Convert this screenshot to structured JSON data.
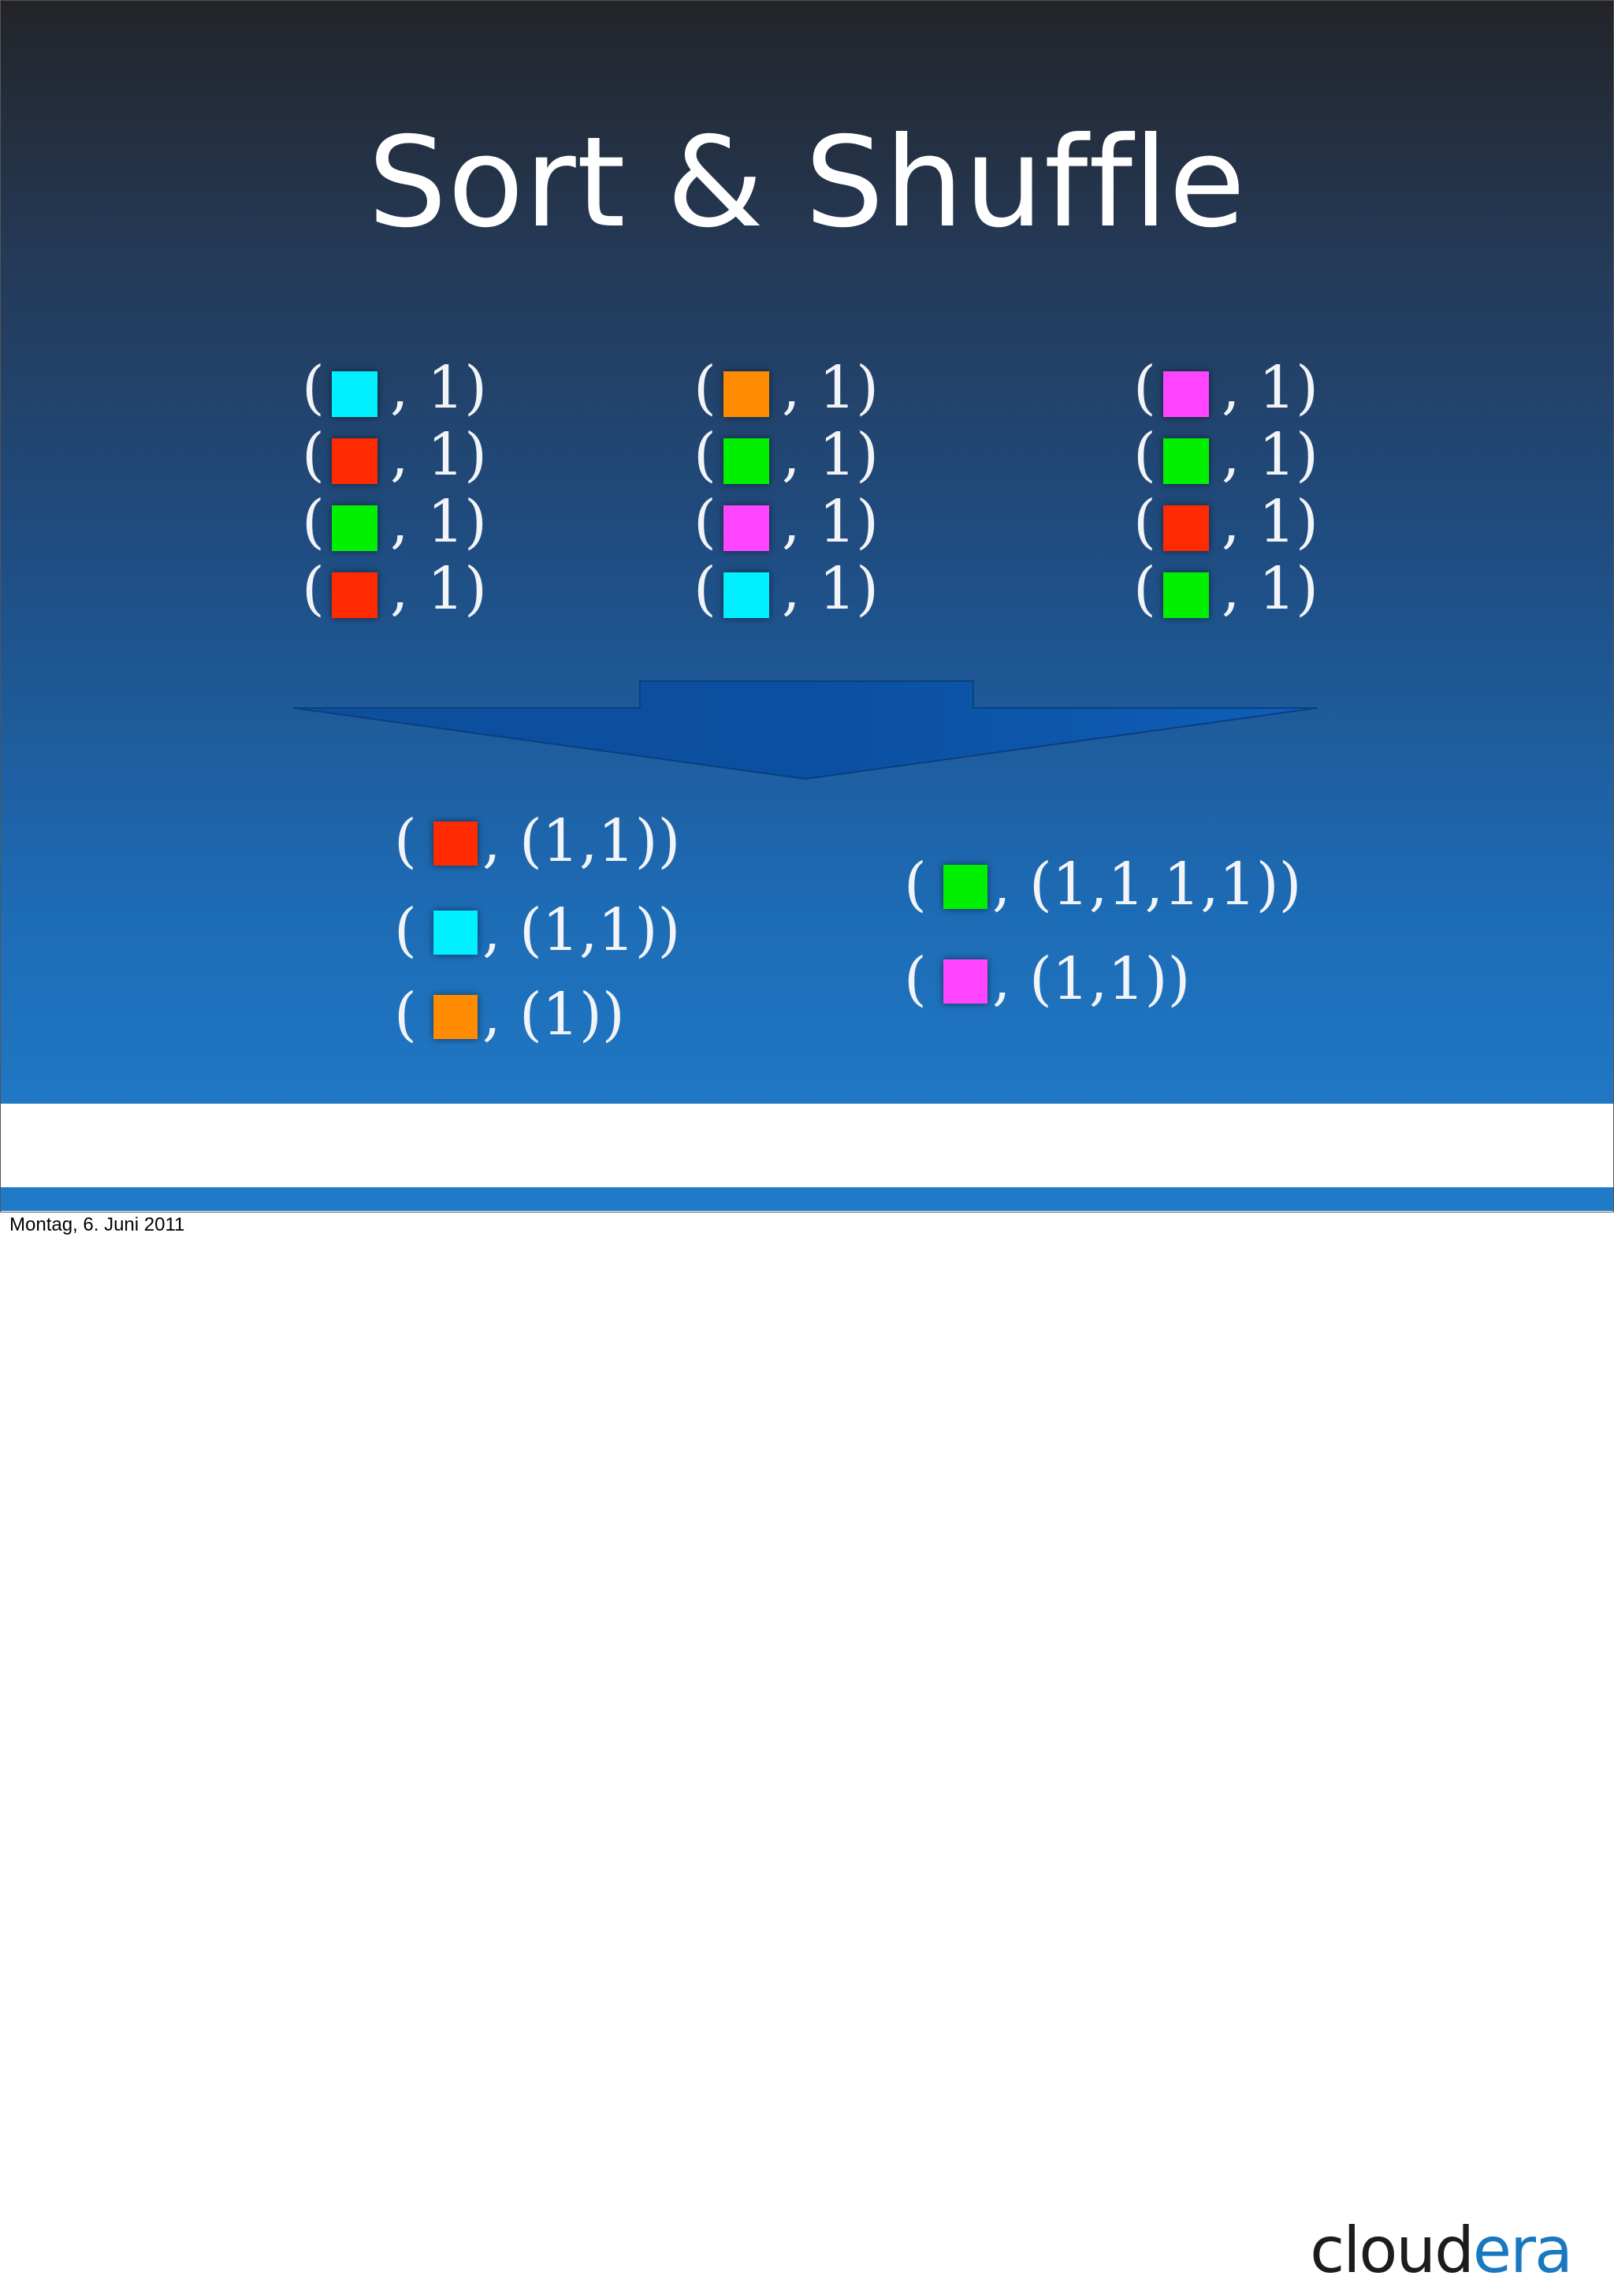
{
  "title": "Sort & Shuffle",
  "colors": {
    "cyan": "#00f0ff",
    "red": "#ff2a00",
    "green": "#00f000",
    "orange": "#ff8c00",
    "magenta": "#ff44ff",
    "arrow": "#0f5bb0"
  },
  "input_groups": [
    {
      "pairs": [
        {
          "key": "cyan",
          "value": "1"
        },
        {
          "key": "red",
          "value": "1"
        },
        {
          "key": "green",
          "value": "1"
        },
        {
          "key": "red",
          "value": "1"
        }
      ]
    },
    {
      "pairs": [
        {
          "key": "orange",
          "value": "1"
        },
        {
          "key": "green",
          "value": "1"
        },
        {
          "key": "magenta",
          "value": "1"
        },
        {
          "key": "cyan",
          "value": "1"
        }
      ]
    },
    {
      "pairs": [
        {
          "key": "magenta",
          "value": "1"
        },
        {
          "key": "green",
          "value": "1"
        },
        {
          "key": "red",
          "value": "1"
        },
        {
          "key": "green",
          "value": "1"
        }
      ]
    }
  ],
  "output_groups": [
    {
      "pairs": [
        {
          "key": "red",
          "values": "(1,1)"
        },
        {
          "key": "cyan",
          "values": "(1,1)"
        },
        {
          "key": "orange",
          "values": "(1)"
        }
      ]
    },
    {
      "pairs": [
        {
          "key": "green",
          "values": "(1,1,1,1)"
        },
        {
          "key": "magenta",
          "values": "(1,1)"
        }
      ]
    }
  ],
  "logo": {
    "part1": "cloud",
    "part2": "era"
  },
  "date_label": "Montag, 6. Juni 2011"
}
